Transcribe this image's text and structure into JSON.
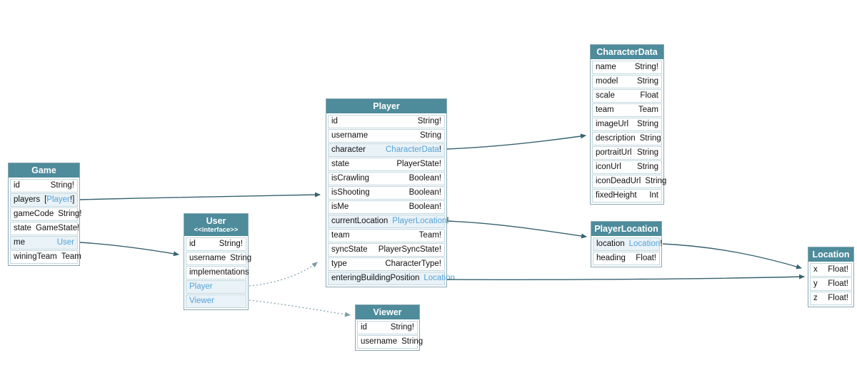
{
  "diagram": {
    "kind": "graphql-schema-diagram",
    "colors": {
      "header_bg": "#4e8b9b",
      "header_text": "#ffffff",
      "field_text": "#111111",
      "type_link": "#54a3d8",
      "row_highlight_bg": "#e9f2f7",
      "table_border": "#8aa9b4",
      "row_border": "#c2d8df",
      "edge_solid": "#36626f",
      "edge_dotted": "#7b9daa",
      "background": "#ffffff"
    }
  },
  "tables": [
    {
      "id": "game",
      "title": "Game",
      "subtitle": "",
      "fields": [
        {
          "name": "id",
          "highlight": false,
          "type": [
            {
              "text": "String!",
              "link": false
            }
          ]
        },
        {
          "name": "players",
          "highlight": true,
          "type": [
            {
              "text": "[",
              "link": false
            },
            {
              "text": "Player",
              "link": true
            },
            {
              "text": "!]",
              "link": false
            }
          ]
        },
        {
          "name": "gameCode",
          "highlight": false,
          "type": [
            {
              "text": "String!",
              "link": false
            }
          ]
        },
        {
          "name": "state",
          "highlight": false,
          "type": [
            {
              "text": "GameState!",
              "link": false
            }
          ]
        },
        {
          "name": "me",
          "highlight": true,
          "type": [
            {
              "text": "User",
              "link": true
            }
          ]
        },
        {
          "name": "winingTeam",
          "highlight": false,
          "type": [
            {
              "text": "Team",
              "link": false
            }
          ]
        }
      ]
    },
    {
      "id": "user",
      "title": "User",
      "subtitle": "<<interface>>",
      "fields": [
        {
          "name": "id",
          "highlight": false,
          "type": [
            {
              "text": "String!",
              "link": false
            }
          ]
        },
        {
          "name": "username",
          "highlight": false,
          "type": [
            {
              "text": "String",
              "link": false
            }
          ]
        },
        {
          "name": "implementations",
          "highlight": false,
          "type": []
        },
        {
          "name": "Player",
          "nameLink": true,
          "highlight": true,
          "type": []
        },
        {
          "name": "Viewer",
          "nameLink": true,
          "highlight": true,
          "type": []
        }
      ]
    },
    {
      "id": "player",
      "title": "Player",
      "subtitle": "",
      "fields": [
        {
          "name": "id",
          "highlight": false,
          "type": [
            {
              "text": "String!",
              "link": false
            }
          ]
        },
        {
          "name": "username",
          "highlight": false,
          "type": [
            {
              "text": "String",
              "link": false
            }
          ]
        },
        {
          "name": "character",
          "highlight": true,
          "type": [
            {
              "text": "CharacterData",
              "link": true
            },
            {
              "text": "!",
              "link": false
            }
          ]
        },
        {
          "name": "state",
          "highlight": false,
          "type": [
            {
              "text": "PlayerState!",
              "link": false
            }
          ]
        },
        {
          "name": "isCrawling",
          "highlight": false,
          "type": [
            {
              "text": "Boolean!",
              "link": false
            }
          ]
        },
        {
          "name": "isShooting",
          "highlight": false,
          "type": [
            {
              "text": "Boolean!",
              "link": false
            }
          ]
        },
        {
          "name": "isMe",
          "highlight": false,
          "type": [
            {
              "text": "Boolean!",
              "link": false
            }
          ]
        },
        {
          "name": "currentLocation",
          "highlight": true,
          "type": [
            {
              "text": "PlayerLocation",
              "link": true
            },
            {
              "text": "!",
              "link": false
            }
          ]
        },
        {
          "name": "team",
          "highlight": false,
          "type": [
            {
              "text": "Team!",
              "link": false
            }
          ]
        },
        {
          "name": "syncState",
          "highlight": false,
          "type": [
            {
              "text": "PlayerSyncState!",
              "link": false
            }
          ]
        },
        {
          "name": "type",
          "highlight": false,
          "type": [
            {
              "text": "CharacterType!",
              "link": false
            }
          ]
        },
        {
          "name": "enteringBuildingPosition",
          "highlight": true,
          "type": [
            {
              "text": "Location",
              "link": true
            }
          ]
        }
      ]
    },
    {
      "id": "characterdata",
      "title": "CharacterData",
      "subtitle": "",
      "fields": [
        {
          "name": "name",
          "highlight": false,
          "type": [
            {
              "text": "String!",
              "link": false
            }
          ]
        },
        {
          "name": "model",
          "highlight": false,
          "type": [
            {
              "text": "String",
              "link": false
            }
          ]
        },
        {
          "name": "scale",
          "highlight": false,
          "type": [
            {
              "text": "Float",
              "link": false
            }
          ]
        },
        {
          "name": "team",
          "highlight": false,
          "type": [
            {
              "text": "Team",
              "link": false
            }
          ]
        },
        {
          "name": "imageUrl",
          "highlight": false,
          "type": [
            {
              "text": "String",
              "link": false
            }
          ]
        },
        {
          "name": "description",
          "highlight": false,
          "type": [
            {
              "text": "String",
              "link": false
            }
          ]
        },
        {
          "name": "portraitUrl",
          "highlight": false,
          "type": [
            {
              "text": "String",
              "link": false
            }
          ]
        },
        {
          "name": "iconUrl",
          "highlight": false,
          "type": [
            {
              "text": "String",
              "link": false
            }
          ]
        },
        {
          "name": "iconDeadUrl",
          "highlight": false,
          "type": [
            {
              "text": "String",
              "link": false
            }
          ]
        },
        {
          "name": "fixedHeight",
          "highlight": false,
          "type": [
            {
              "text": "Int",
              "link": false
            }
          ]
        }
      ]
    },
    {
      "id": "playerlocation",
      "title": "PlayerLocation",
      "subtitle": "",
      "fields": [
        {
          "name": "location",
          "highlight": true,
          "type": [
            {
              "text": "Location",
              "link": true
            },
            {
              "text": "!",
              "link": false
            }
          ]
        },
        {
          "name": "heading",
          "highlight": false,
          "type": [
            {
              "text": "Float!",
              "link": false
            }
          ]
        }
      ]
    },
    {
      "id": "location",
      "title": "Location",
      "subtitle": "",
      "fields": [
        {
          "name": "x",
          "highlight": false,
          "type": [
            {
              "text": "Float!",
              "link": false
            }
          ]
        },
        {
          "name": "y",
          "highlight": false,
          "type": [
            {
              "text": "Float!",
              "link": false
            }
          ]
        },
        {
          "name": "z",
          "highlight": false,
          "type": [
            {
              "text": "Float!",
              "link": false
            }
          ]
        }
      ]
    },
    {
      "id": "viewer",
      "title": "Viewer",
      "subtitle": "",
      "fields": [
        {
          "name": "id",
          "highlight": false,
          "type": [
            {
              "text": "String!",
              "link": false
            }
          ]
        },
        {
          "name": "username",
          "highlight": false,
          "type": [
            {
              "text": "String",
              "link": false
            }
          ]
        }
      ]
    }
  ],
  "edges": [
    {
      "from": "Game.players",
      "to": "Player",
      "style": "solid"
    },
    {
      "from": "Game.me",
      "to": "User",
      "style": "solid"
    },
    {
      "from": "Player.character",
      "to": "CharacterData",
      "style": "solid"
    },
    {
      "from": "Player.currentLocation",
      "to": "PlayerLocation",
      "style": "solid"
    },
    {
      "from": "Player.enteringBuildingPosition",
      "to": "Location",
      "style": "solid"
    },
    {
      "from": "PlayerLocation.location",
      "to": "Location",
      "style": "solid"
    },
    {
      "from": "User.Player",
      "to": "Player",
      "style": "dotted"
    },
    {
      "from": "User.Viewer",
      "to": "Viewer",
      "style": "dotted"
    }
  ]
}
